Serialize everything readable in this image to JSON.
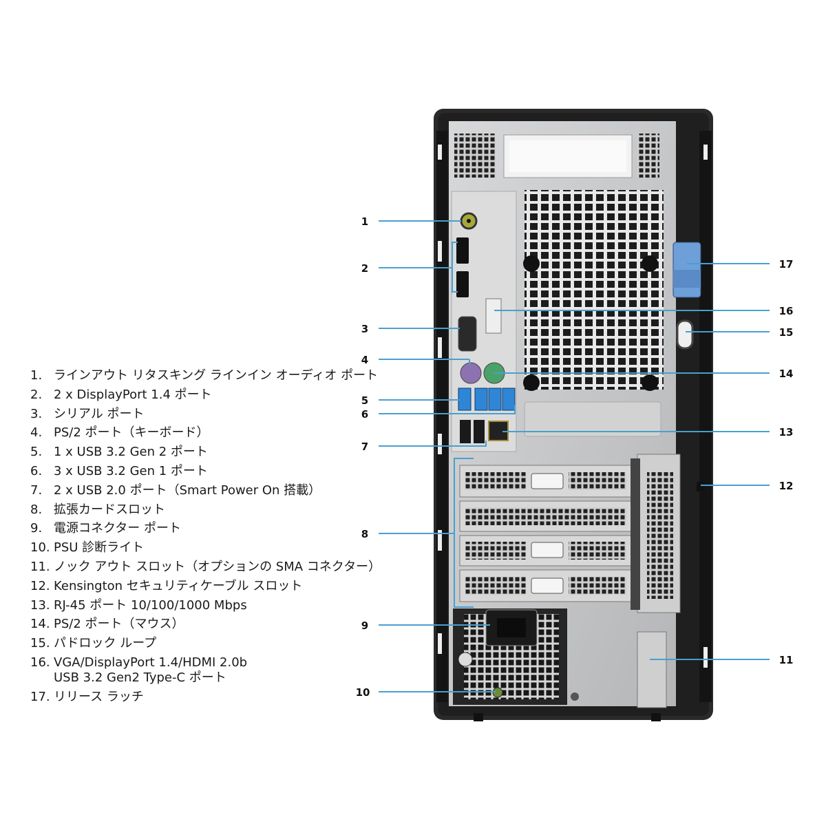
{
  "legend": [
    {
      "num": "1.",
      "text": "ラインアウト リタスキング ラインイン オーディオ ポート"
    },
    {
      "num": "2.",
      "text": "2 x DisplayPort 1.4 ポート"
    },
    {
      "num": "3.",
      "text": "シリアル ポート"
    },
    {
      "num": "4.",
      "text": "PS/2 ポート（キーボード）"
    },
    {
      "num": "5.",
      "text": "1 x USB 3.2 Gen 2 ポート"
    },
    {
      "num": "6.",
      "text": "3 x USB 3.2 Gen 1 ポート"
    },
    {
      "num": "7.",
      "text": "2 x USB 2.0 ポート（Smart Power On 搭載）"
    },
    {
      "num": "8.",
      "text": "拡張カードスロット"
    },
    {
      "num": "9.",
      "text": "電源コネクター ポート"
    },
    {
      "num": "10.",
      "text": "PSU 診断ライト"
    },
    {
      "num": "11.",
      "text": "ノック アウト スロット（オプションの SMA コネクター）"
    },
    {
      "num": "12.",
      "text": "Kensington セキュリティケーブル スロット"
    },
    {
      "num": "13.",
      "text": "RJ-45 ポート 10/100/1000 Mbps"
    },
    {
      "num": "14.",
      "text": "PS/2 ポート（マウス）"
    },
    {
      "num": "15.",
      "text": "パドロック ループ"
    },
    {
      "num": "16.",
      "text": "VGA/DisplayPort 1.4/HDMI 2.0b",
      "text2": "USB 3.2 Gen2 Type-C ポート"
    },
    {
      "num": "17.",
      "text": "リリース ラッチ"
    }
  ],
  "callouts": {
    "c1": "1",
    "c2": "2",
    "c3": "3",
    "c4": "4",
    "c5": "5",
    "c6": "6",
    "c7": "7",
    "c8": "8",
    "c9": "9",
    "c10": "10",
    "c11": "11",
    "c12": "12",
    "c13": "13",
    "c14": "14",
    "c15": "15",
    "c16": "16",
    "c17": "17"
  },
  "colors": {
    "callout_line": "#4a9fcf",
    "chassis": "#2b2b2b",
    "panel": "#c9cacc",
    "usb_blue": "#2f86d6",
    "latch_blue": "#6d9fd8",
    "audio_green": "#a7a83a",
    "ps2_purple": "#8d72b2",
    "ps2_green": "#4aa26a"
  }
}
